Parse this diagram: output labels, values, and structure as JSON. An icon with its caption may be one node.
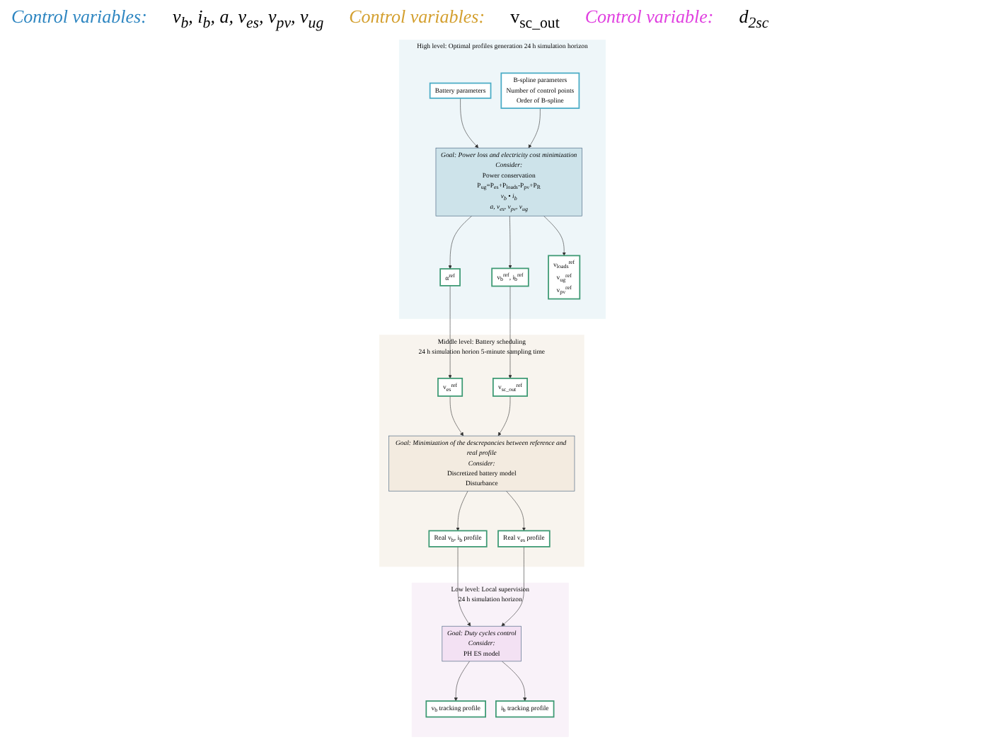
{
  "diagram": {
    "nodes": [
      {
        "text": [
          "High level: Optimal profiles generation 24 h simulation horizon"
        ]
      },
      {
        "text": [
          "Battery parameters"
        ],
        "in": 0
      },
      {
        "text": [
          "B-spline parameters",
          "Number of control points",
          "Order of B-spline"
        ],
        "in": 0
      },
      {
        "text": [
          "Goal: Power loss and electricity cost minimization",
          "Consider:",
          "Power conservation",
          "P$_{ug}$=P$_{es}$+P$_{loads}$-P$_{pv}$+P$_{R}$",
          "v$_{b}$ • i$_{b}$",
          "a, v$_{es}$, v$_{pv}$, v$_{ug}$"
        ],
        "in": 0
      },
      {
        "text": [
          "α$^{ref}$"
        ],
        "in": 0
      },
      {
        "text": [
          "v$_{b}$$^{ref}$,  i$_{b}$$^{ref}$"
        ],
        "in": 0
      },
      {
        "text": [
          "v$_{loads}$$^{ref}$",
          "v$_{ug}$$^{ref}$",
          "v$_{pv}$$^{ref}$"
        ],
        "in": 0
      },
      {
        "text": [
          "Middle level: Battery scheduling",
          "24 h simulation horion   5-minute sampling time"
        ]
      },
      {
        "text": [
          "Real v$_{b}$, i$_{b}$ profile"
        ],
        "in": 7
      },
      {
        "text": [
          "Real v$_{es}$ profile"
        ],
        "in": 7
      },
      {
        "text": [
          "Goal: Minimization of the descrepancies between reference and real profile",
          "Consider:",
          "Discretized battery model",
          "Disturbance"
        ],
        "in": 7
      },
      {
        "text": [
          "v$_{es}$$^{ref}$"
        ],
        "in": 7
      },
      {
        "text": [
          "v$_{sc_out}$$^{ref}$"
        ],
        "in": 7
      },
      {
        "text": [
          "Low level: Local supervision",
          "24 h simulation horizon"
        ]
      },
      {
        "text": [
          "Goal: Duty cycles control",
          "Consider:",
          "PH ES model"
        ],
        "in": 13
      },
      {
        "text": [
          "v$_{b}$ tracking profile"
        ],
        "in": 13
      },
      {
        "text": [
          "i$_{b}$ tracking profile"
        ],
        "in": 13
      }
    ],
    "edges": [
      {
        "from": 1,
        "to": 3,
        "arrow": "to"
      },
      {
        "from": 2,
        "to": 3,
        "arrow": "to"
      },
      {
        "from": 3,
        "to": 4,
        "arrow": "to"
      },
      {
        "from": 3,
        "to": 5,
        "arrow": "to"
      },
      {
        "from": 3,
        "to": 6,
        "arrow": "to"
      },
      {
        "from": 4,
        "to": 11,
        "arrow": "to"
      },
      {
        "from": 5,
        "to": 12,
        "arrow": "to"
      },
      {
        "from": 11,
        "to": 10,
        "arrow": "to"
      },
      {
        "from": 12,
        "to": 10,
        "arrow": "to"
      },
      {
        "from": 10,
        "to": 8,
        "arrow": "to"
      },
      {
        "from": 10,
        "to": 9,
        "arrow": "to"
      },
      {
        "from": 8,
        "to": 14,
        "arrow": "to"
      },
      {
        "from": 9,
        "to": 14,
        "arrow": "to"
      },
      {
        "from": 14,
        "to": 15,
        "arrow": "to"
      },
      {
        "from": 14,
        "to": 16,
        "arrow": "to"
      }
    ],
    "labels": [
      "Control variables:",
      "v$_{b}$, i$_{b}$, a, v$_{es}$, v$_{pv}$, v$_{ug}$",
      "Control variables:",
      "v$_{sc_out}$",
      "Control variable:",
      "d$_{2sc}$"
    ]
  }
}
